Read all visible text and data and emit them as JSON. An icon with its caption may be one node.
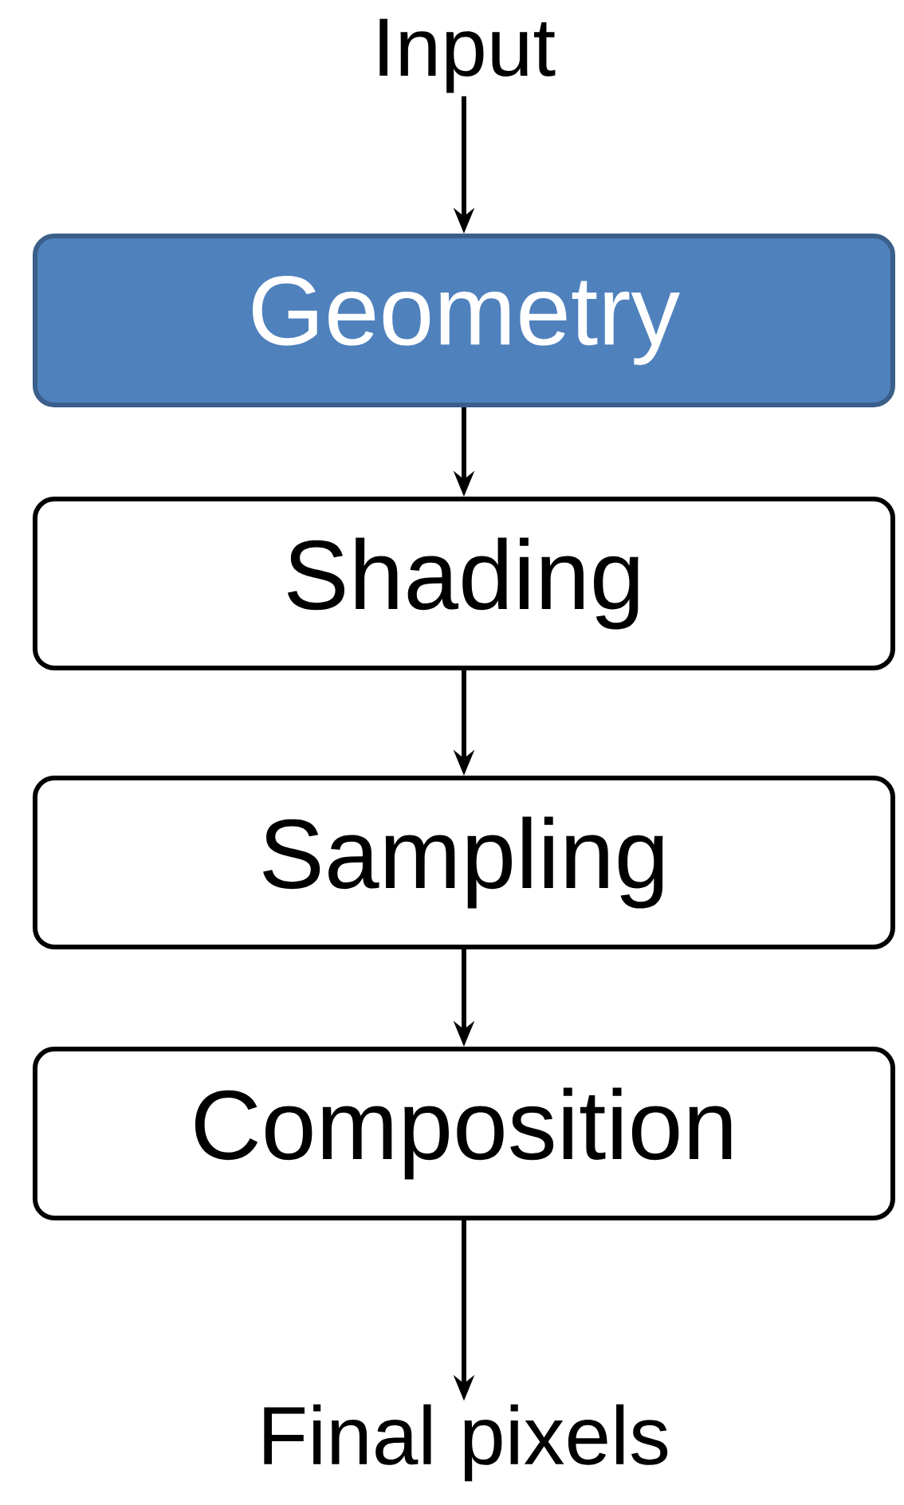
{
  "diagram": {
    "nodes": [
      {
        "text": [
          "Input"
        ]
      },
      {
        "text": [
          "Geometry"
        ]
      },
      {
        "text": [
          "Shading"
        ]
      },
      {
        "text": [
          "Sampling"
        ]
      },
      {
        "text": [
          "Composition"
        ]
      },
      {
        "text": [
          "Final pixels"
        ]
      }
    ],
    "edges": [
      {
        "from": 0,
        "to": 1,
        "arrow": "to"
      },
      {
        "from": 1,
        "to": 2,
        "arrow": "to"
      },
      {
        "from": 2,
        "to": 3,
        "arrow": "to"
      },
      {
        "from": 3,
        "to": 4,
        "arrow": "to"
      },
      {
        "from": 4,
        "to": 5,
        "arrow": "to"
      }
    ]
  }
}
